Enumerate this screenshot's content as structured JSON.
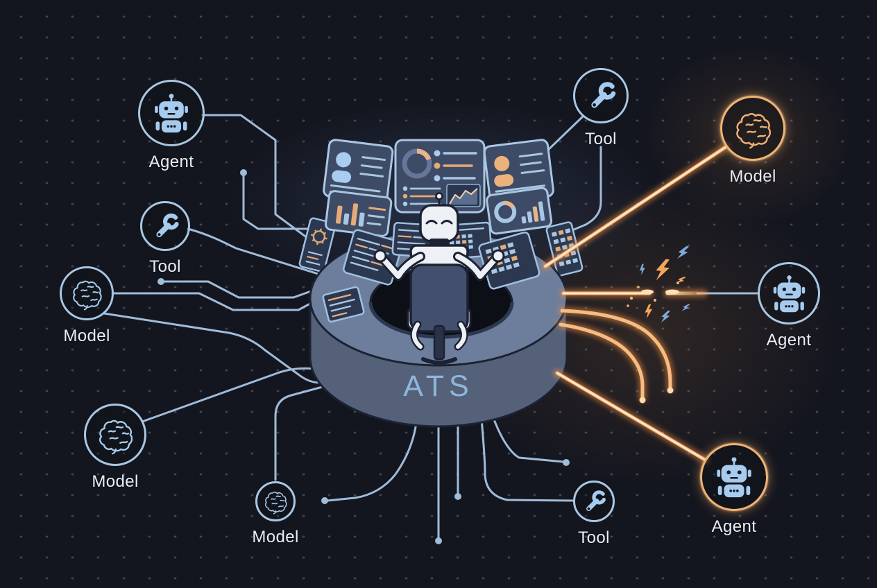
{
  "hub": {
    "label": "ATS"
  },
  "nodes": [
    {
      "id": "agent-top-left",
      "label": "Agent",
      "icon": "robot-icon",
      "link_color": "blue"
    },
    {
      "id": "tool-left",
      "label": "Tool",
      "icon": "wrench-icon",
      "link_color": "blue"
    },
    {
      "id": "model-left",
      "label": "Model",
      "icon": "brain-icon",
      "link_color": "blue"
    },
    {
      "id": "model-bottom-left",
      "label": "Model",
      "icon": "brain-icon",
      "link_color": "blue"
    },
    {
      "id": "model-bottom",
      "label": "Model",
      "icon": "brain-icon",
      "link_color": "blue"
    },
    {
      "id": "tool-bottom",
      "label": "Tool",
      "icon": "wrench-icon",
      "link_color": "blue"
    },
    {
      "id": "agent-bottom-right",
      "label": "Agent",
      "icon": "robot-icon",
      "link_color": "orange"
    },
    {
      "id": "agent-right",
      "label": "Agent",
      "icon": "robot-icon",
      "link_color": "orange-broken"
    },
    {
      "id": "model-top-right",
      "label": "Model",
      "icon": "brain-icon",
      "link_color": "orange"
    },
    {
      "id": "tool-top",
      "label": "Tool",
      "icon": "wrench-icon",
      "link_color": "blue"
    }
  ],
  "colors": {
    "background": "#14161f",
    "circuit_blue": "#9fbcd9",
    "node_ring_blue": "#a9c7e3",
    "node_ring_orange": "#f2b374",
    "icon_blue": "#a6cbee",
    "icon_orange": "#f0b077",
    "glow_orange": "#f6bc82",
    "label_text": "#e9edf4",
    "ats_text": "#8fb6dc"
  }
}
